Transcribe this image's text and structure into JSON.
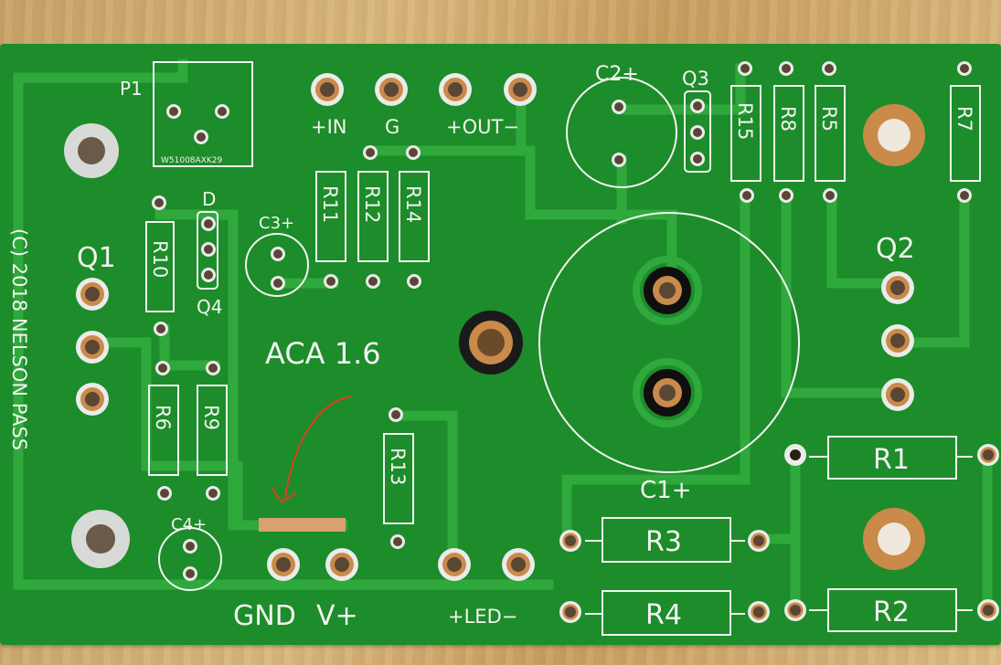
{
  "board": {
    "title": "ACA 1.6",
    "copyright": "(C) 2018 NELSON PASS",
    "part_number": "W51008AXK29",
    "colors": {
      "soldermask": "#1d8c2a",
      "trace": "#2fa83c",
      "silkscreen": "#f2f4f0",
      "copper": "#c98a4a",
      "marker": "#d9401f"
    }
  },
  "labels": {
    "p1": "P1",
    "q1": "Q1",
    "q2": "Q2",
    "q3": "Q3",
    "q4": "Q4",
    "d": "D",
    "c1": "C1+",
    "c2": "C2+",
    "c3": "C3+",
    "c4": "C4+",
    "in": "+IN",
    "g": "G",
    "out": "+OUT−",
    "gnd": "GND",
    "vplus": "V+",
    "led": "+LED−"
  },
  "resistors": [
    "R1",
    "R2",
    "R3",
    "R4",
    "R5",
    "R6",
    "R7",
    "R8",
    "R9",
    "R10",
    "R11",
    "R12",
    "R13",
    "R14",
    "R15"
  ],
  "annotation": {
    "type": "hand-drawn arrow",
    "color": "#d9401f"
  }
}
